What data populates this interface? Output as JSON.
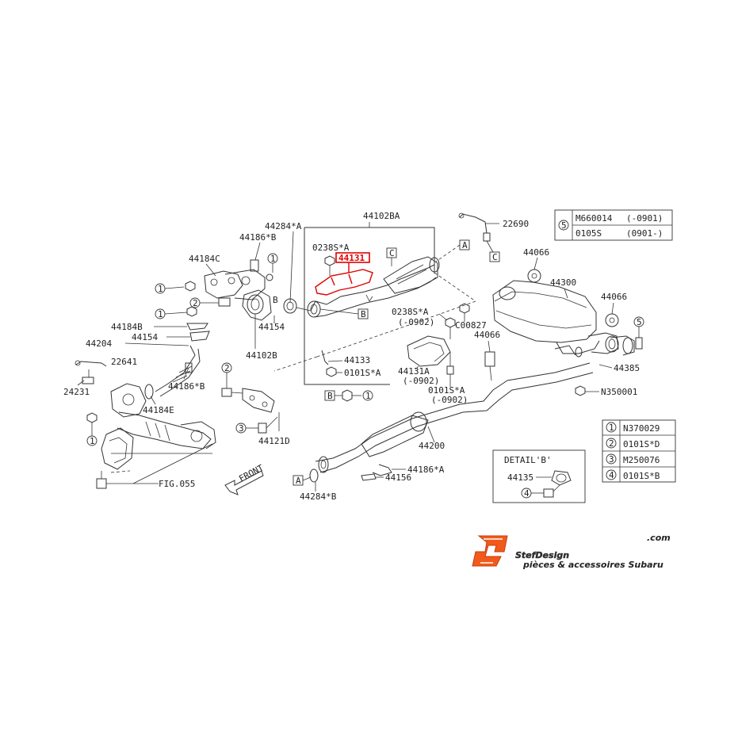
{
  "labels": {
    "l44102BA": "44102BA",
    "l22690": "22690",
    "l44284A": "44284*A",
    "l44186B_top": "44186*B",
    "l44184C": "44184C",
    "l0238SA_top": "0238S*A",
    "l44131": "44131",
    "l44066_left": "44066",
    "l44300": "44300",
    "l44066_right": "44066",
    "l44154_mid": "44154",
    "l44184B": "44184B",
    "l44154_left": "44154",
    "l44204": "44204",
    "l44102B": "44102B",
    "l0238SA_mid": "0238S*A",
    "l0902_a": "(-0902)",
    "lC00827": "C00827",
    "l44066_low": "44066",
    "l44385": "44385",
    "l22641": "22641",
    "l24231": "24231",
    "l44186B_left": "44186*B",
    "l44184E": "44184E",
    "l44133": "44133",
    "l0101SA_a": "0101S*A",
    "l44131A": "44131A",
    "l0902_b": "(-0902)",
    "l0101SA_b": "0101S*A",
    "l0902_c": "(-0902)",
    "lN350001": "N350001",
    "l44121D": "44121D",
    "l44200": "44200",
    "l44186A": "44186*A",
    "l44156": "44156",
    "l44284B": "44284*B",
    "lFIG055": "FIG.055",
    "lFRONT": "FRONT",
    "lB_side": "B"
  },
  "callouts": {
    "box_A_top": "A",
    "box_C_top": "C",
    "box_C_right": "C",
    "box_B_mid": "B",
    "box_B_low": "B",
    "box_A_low": "A",
    "c1": "1",
    "c2": "2",
    "c3": "3",
    "c4": "4",
    "c5": "5"
  },
  "legend_top": {
    "num": "5",
    "rows": [
      {
        "part": "M660014",
        "range": "(-0901)"
      },
      {
        "part": "0105S",
        "range": "(0901-)"
      }
    ]
  },
  "legend_parts": [
    {
      "num": "1",
      "part": "N370029"
    },
    {
      "num": "2",
      "part": "0101S*D"
    },
    {
      "num": "3",
      "part": "M250076"
    },
    {
      "num": "4",
      "part": "0101S*B"
    }
  ],
  "detail": {
    "title": "DETAIL'B'",
    "part": "44135",
    "num": "4"
  },
  "logo": {
    "brand": "StefDesign",
    "domain": ".com",
    "tagline": "pièces & accessoires Subaru",
    "mark": "SJ"
  },
  "colors": {
    "highlight": "#e00000",
    "line": "#333333",
    "logo_orange": "#f25a1c",
    "logo_grey": "#9a9a9a"
  }
}
